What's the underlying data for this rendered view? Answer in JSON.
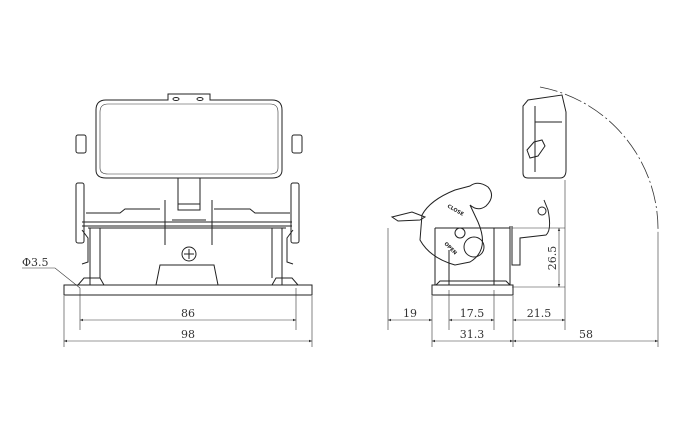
{
  "front_view": {
    "dims": {
      "hole_diameter": "Φ3.5",
      "hole_spacing": "86",
      "overall_width": "98"
    }
  },
  "side_view": {
    "dims": {
      "left_overhang": "19",
      "center_width": "17.5",
      "right_offset": "21.5",
      "base_width": "31.3",
      "swing_radius": "58",
      "height": "26.5"
    },
    "lever_labels": {
      "close": "CLOSE",
      "open": "OPEN"
    }
  }
}
